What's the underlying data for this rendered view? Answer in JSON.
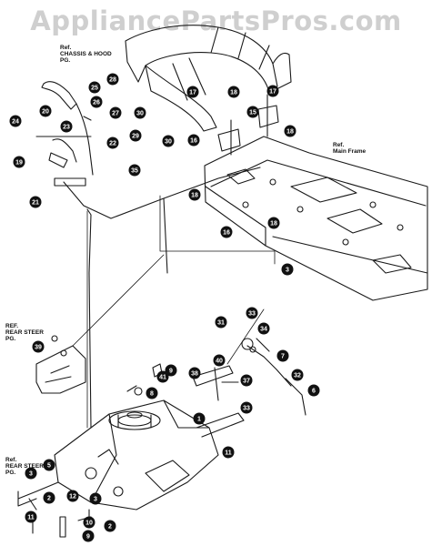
{
  "watermark": "AppliancePartsPros.com",
  "references": {
    "chassis_hood": "Ref.\nCHASSIS & HOOD\nPG.",
    "main_frame": "Ref.\nMain Frame",
    "rear_steer_top": "REF.\nREAR STEER\nPG.",
    "rear_steer_bottom": "Ref.\nREAR STEER\nPG."
  },
  "parts": [
    "1",
    "2",
    "3",
    "5",
    "6",
    "7",
    "8",
    "9",
    "10",
    "11",
    "12",
    "15",
    "16",
    "17",
    "18",
    "19",
    "20",
    "21",
    "22",
    "23",
    "24",
    "25",
    "26",
    "27",
    "28",
    "29",
    "30",
    "31",
    "32",
    "33",
    "34",
    "35",
    "37",
    "38",
    "39",
    "40",
    "41"
  ],
  "callouts": [
    {
      "n": "24"
    },
    {
      "n": "20"
    },
    {
      "n": "25"
    },
    {
      "n": "26"
    },
    {
      "n": "23"
    },
    {
      "n": "22"
    },
    {
      "n": "19"
    },
    {
      "n": "21"
    },
    {
      "n": "28"
    },
    {
      "n": "27"
    },
    {
      "n": "30"
    },
    {
      "n": "29"
    },
    {
      "n": "30"
    },
    {
      "n": "16"
    },
    {
      "n": "17"
    },
    {
      "n": "18"
    },
    {
      "n": "17"
    },
    {
      "n": "18"
    },
    {
      "n": "15"
    },
    {
      "n": "35"
    },
    {
      "n": "18"
    },
    {
      "n": "18"
    },
    {
      "n": "16"
    },
    {
      "n": "3"
    },
    {
      "n": "39"
    },
    {
      "n": "31"
    },
    {
      "n": "33"
    },
    {
      "n": "34"
    },
    {
      "n": "7"
    },
    {
      "n": "9"
    },
    {
      "n": "41"
    },
    {
      "n": "40"
    },
    {
      "n": "38"
    },
    {
      "n": "37"
    },
    {
      "n": "33"
    },
    {
      "n": "32"
    },
    {
      "n": "6"
    },
    {
      "n": "8"
    },
    {
      "n": "1"
    },
    {
      "n": "11"
    },
    {
      "n": "12"
    },
    {
      "n": "3"
    },
    {
      "n": "5"
    },
    {
      "n": "3"
    },
    {
      "n": "2"
    },
    {
      "n": "11"
    },
    {
      "n": "10"
    },
    {
      "n": "2"
    },
    {
      "n": "9"
    }
  ]
}
